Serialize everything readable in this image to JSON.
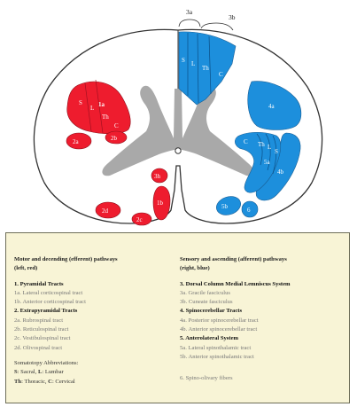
{
  "diagram": {
    "labels": {
      "ref_3a": "3a",
      "ref_3b": "3b",
      "dorsal_s": "S",
      "dorsal_l": "L",
      "dorsal_th": "Th",
      "dorsal_c": "C",
      "t4a": "4a",
      "t4b": "4b",
      "t5a": "5a",
      "t5b": "5b",
      "t6": "6",
      "lat_c": "C",
      "lat_th": "Th",
      "lat_l": "L",
      "lat_s": "S",
      "pyr_s": "S",
      "pyr_l": "L",
      "pyr_1a": "1a",
      "pyr_th": "Th",
      "pyr_c": "C",
      "t2a": "2a",
      "t2b": "2b",
      "t2c": "2c",
      "t2d": "2d",
      "t1b": "1b",
      "t3h": "3h"
    },
    "colors": {
      "red": "#ee1c2e",
      "blue": "#1d8fdc",
      "gray": "#a9a9a9",
      "outline": "#333333"
    }
  },
  "legend": {
    "left": {
      "heading_line1": "Motor and decending (efferent) pathways",
      "heading_line2": "(left, red)",
      "sec1": "1. Pyramidal Tracts",
      "sec1_items": [
        "1a. Lateral corticospinal tract",
        "1b. Anterior corticospinal tract"
      ],
      "sec2": "2. Extrapyramidal Tracts",
      "sec2_items": [
        "2a. Rubrospinal tract",
        "2b. Reticulospinal tract",
        "2c. Vestibulospinal tract",
        "2d. Olivospinal tract"
      ],
      "soma_title": "Somatotopy Abbreviations:",
      "soma_line1_k1": "S",
      "soma_line1_v1": ": Sacral, ",
      "soma_line1_k2": "L",
      "soma_line1_v2": ": Lumbar",
      "soma_line2_k1": "Th",
      "soma_line2_v1": ": Thoracic, ",
      "soma_line2_k2": "C",
      "soma_line2_v2": ": Cervical"
    },
    "right": {
      "heading_line1": "Sensory and ascending (afferent) pathways",
      "heading_line2": "(right, blue)",
      "sec3": "3. Dorsal Column Medial Lemniscus System",
      "sec3_items": [
        "3a. Gracile fasciculus",
        "3b. Cuneate fasciculus"
      ],
      "sec4": "4. Spinocerebellar Tracts",
      "sec4_items": [
        "4a. Posterior spinocerebellar tract",
        "4b. Anterior spinocerebellar tract"
      ],
      "sec5": "5. Anterolateral System",
      "sec5_items": [
        "5a. Lateral spinothalamic tract",
        "5b. Anterior spinothalamic tract"
      ],
      "sec6": "6. Spino-olivary fibers"
    }
  }
}
